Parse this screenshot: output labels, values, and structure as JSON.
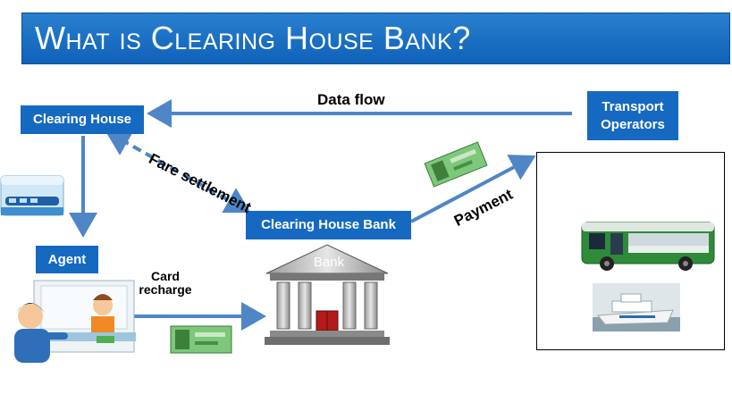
{
  "title": "What is Clearing House Bank?",
  "nodes": {
    "clearing_house": "Clearing House",
    "transport_operators_line1": "Transport",
    "transport_operators_line2": "Operators",
    "clearing_house_bank": "Clearing House Bank",
    "agent": "Agent"
  },
  "labels": {
    "data_flow": "Data flow",
    "fare_settlement": "Fare settlement",
    "payment": "Payment",
    "card_recharge_line1": "Card",
    "card_recharge_line2": "recharge"
  },
  "bank_building": {
    "sign": "Bank"
  },
  "colors": {
    "node_blue": "#1569c0",
    "arrow_blue": "#4f86c6",
    "title_blue": "#1565c0"
  }
}
